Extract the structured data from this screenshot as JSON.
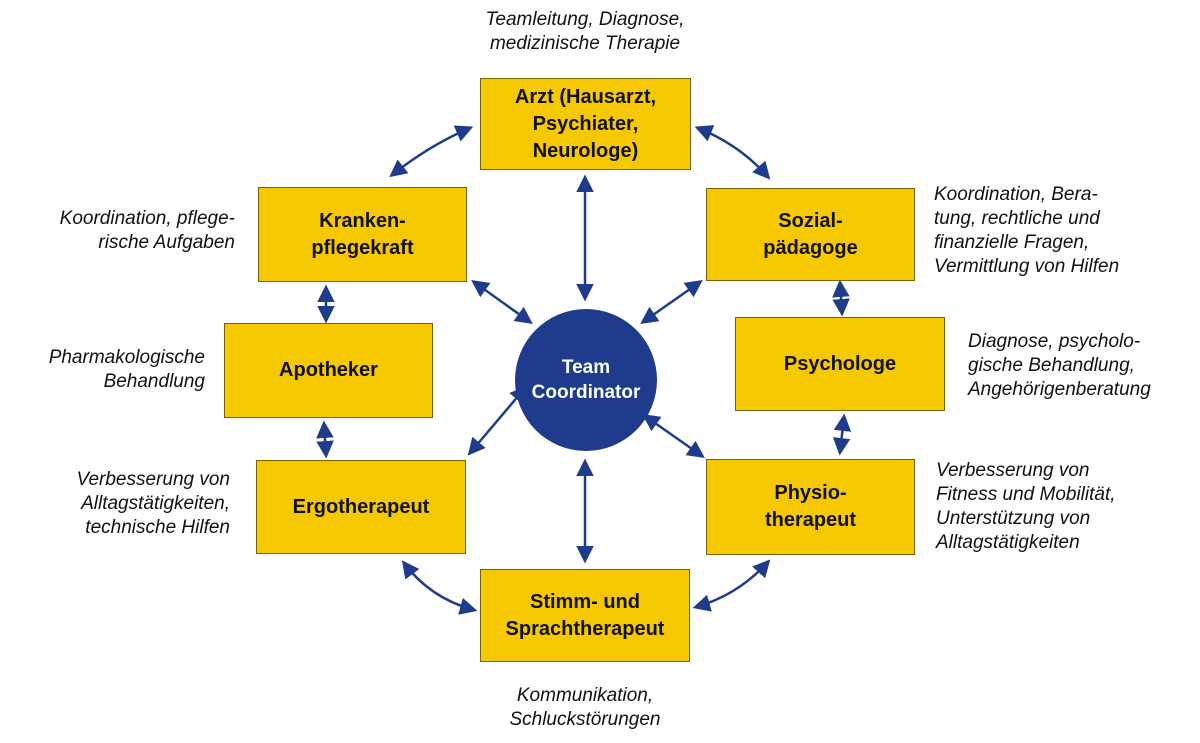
{
  "center": {
    "label": "Team\nCoordinator"
  },
  "roles": {
    "arzt": {
      "label": "Arzt (Hausarzt,\nPsychiater,\nNeurologe)",
      "description": "Teamleitung, Diagnose,\nmedizinische Therapie"
    },
    "sozialpaedagoge": {
      "label": "Sozial-\npädagoge",
      "description": "Koordination, Bera-\ntung, rechtliche und\nfinanzielle Fragen,\nVermittlung von Hilfen"
    },
    "psychologe": {
      "label": "Psychologe",
      "description": "Diagnose, psycholo-\ngische Behandlung,\nAngehörigenberatung"
    },
    "physiotherapeut": {
      "label": "Physio-\ntherapeut",
      "description": "Verbesserung von\nFitness und Mobilität,\nUnterstützung von\nAlltagstätigkeiten"
    },
    "sprachtherapeut": {
      "label": "Stimm- und\nSprachtherapeut",
      "description": "Kommunikation,\nSchluckstörungen"
    },
    "ergotherapeut": {
      "label": "Ergotherapeut",
      "description": "Verbesserung von\nAlltagstätigkeiten,\ntechnische Hilfen"
    },
    "apotheker": {
      "label": "Apotheker",
      "description": "Pharmakologische\nBehandlung"
    },
    "krankenpflegekraft": {
      "label": "Kranken-\npflegekraft",
      "description": "Koordination, pflege-\nrische Aufgaben"
    }
  },
  "colors": {
    "box_fill": "#f6c800",
    "center_fill": "#1f3b8c",
    "arrow": "#1f3b8c"
  }
}
